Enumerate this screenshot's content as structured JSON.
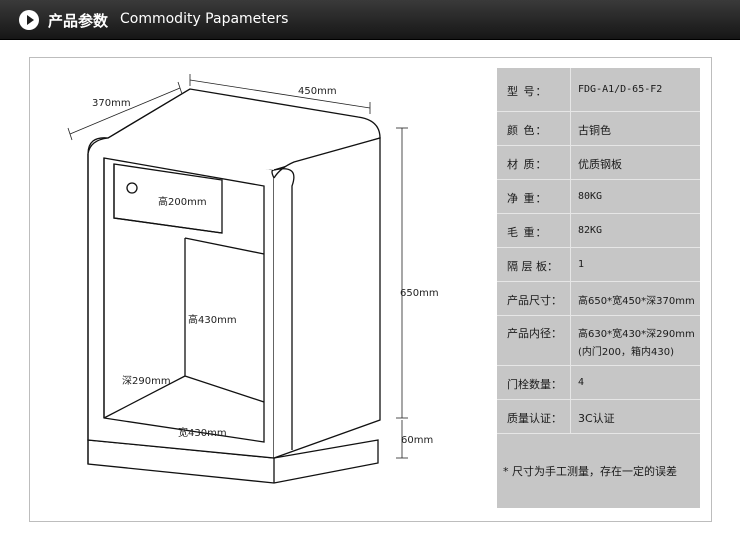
{
  "header": {
    "title_cn": "产品参数",
    "title_en": "Commodity Papameters"
  },
  "diagram": {
    "depth_top": "370mm",
    "width_top": "450mm",
    "height_total": "650mm",
    "base_height": "60mm",
    "drawer_height": "高200mm",
    "inner_height": "高430mm",
    "inner_depth": "深290mm",
    "inner_width": "宽430mm"
  },
  "specs": {
    "rows": [
      {
        "label": "型    号：",
        "value": "FDG-A1/D-65-F2"
      },
      {
        "label": "颜    色：",
        "value": "古铜色"
      },
      {
        "label": "材    质：",
        "value": "优质钢板"
      },
      {
        "label": "净    重：",
        "value": "80KG"
      },
      {
        "label": "毛    重：",
        "value": "82KG"
      },
      {
        "label": "隔 层 板：",
        "value": "1"
      },
      {
        "label": "产品尺寸：",
        "value": "高650*宽450*深370mm"
      },
      {
        "label": "产品内径：",
        "value": "高630*宽430*深290mm",
        "value2": "(内门200，箱内430)"
      },
      {
        "label": "门栓数量：",
        "value": "4"
      },
      {
        "label": "质量认证：",
        "value": "3C认证"
      }
    ],
    "note": "* 尺寸为手工测量，存在一定的误差"
  }
}
